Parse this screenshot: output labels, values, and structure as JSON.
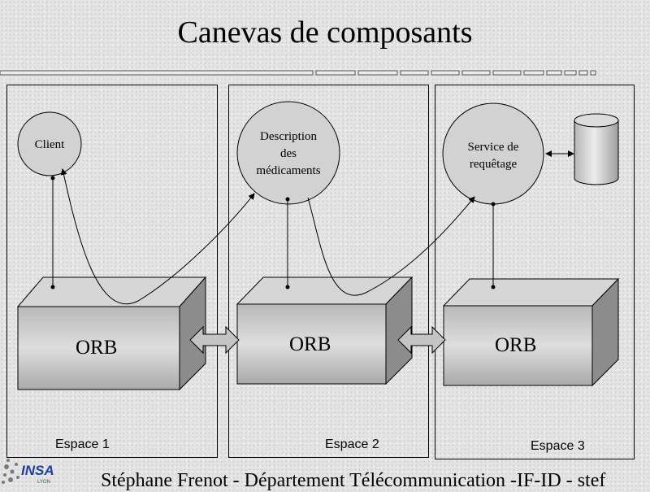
{
  "slide": {
    "title": "Canevas de composants",
    "footer": "Stéphane Frenot - Département Télécommunication -IF-ID - stef"
  },
  "spaces": [
    {
      "label": "Espace 1"
    },
    {
      "label": "Espace 2"
    },
    {
      "label": "Espace 3"
    }
  ],
  "components": {
    "client": "Client",
    "description": [
      "Description",
      "des",
      "médicaments"
    ],
    "service": [
      "Service de",
      "requêtage"
    ]
  },
  "orbs": [
    "ORB",
    "ORB",
    "ORB"
  ],
  "logo": {
    "text": "INSA",
    "subtext": "LYON"
  },
  "colors": {
    "box_front": "#c8c8c8",
    "box_top": "#d8d8d8",
    "box_side": "#8a8a8a",
    "circle": "#d2d2d2"
  }
}
